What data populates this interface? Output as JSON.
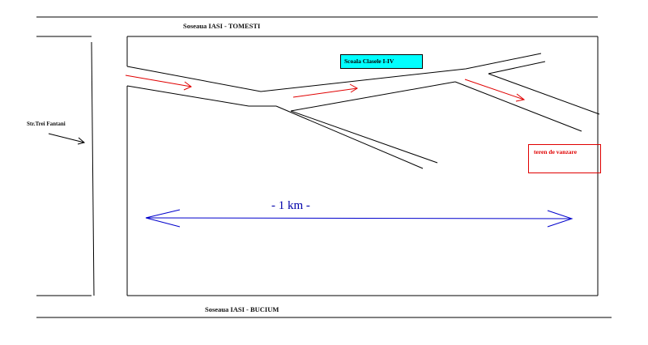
{
  "labels": {
    "road_top": "Soseaua IASI  -  TOMESTI",
    "road_bottom": "Soseaua  IASI  - BUCIUM",
    "street_left": "Str.Trei Fantani",
    "school": "Scoala Clasele I-IV",
    "land_for_sale": "teren de vanzare",
    "scale": "- 1 km -"
  },
  "colors": {
    "roads": "#000000",
    "direction_arrows": "#e00000",
    "scale_arrow": "#0000cc",
    "school_fill": "#00ffff",
    "sale_border": "#e00000"
  }
}
